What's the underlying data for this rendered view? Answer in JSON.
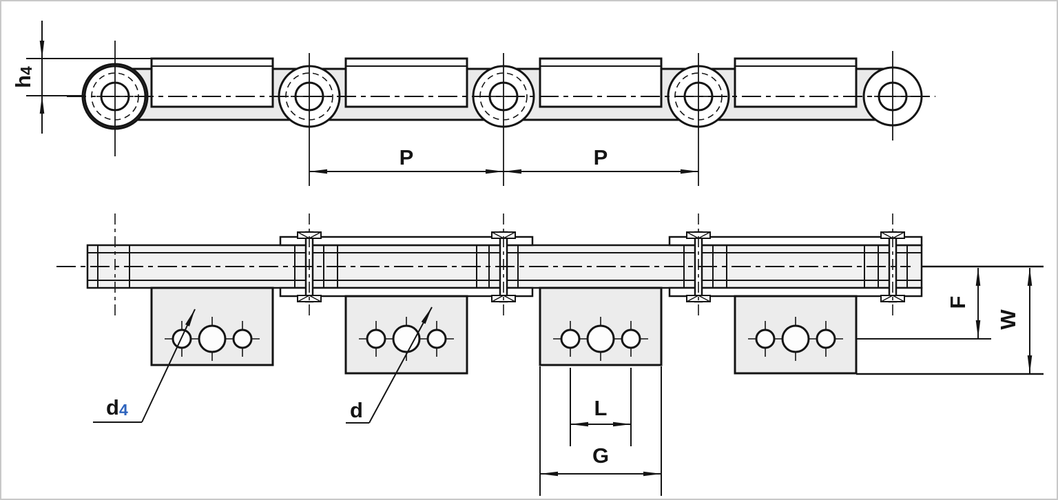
{
  "drawing": {
    "labels": {
      "h4_main": "h",
      "h4_sub": "4",
      "pitch_1": "P",
      "pitch_2": "P",
      "d4_main": "d",
      "d4_sub": "4",
      "d_main": "d",
      "hole_spacing": "L",
      "plate_width": "G",
      "hole_offset": "F",
      "overall_width": "W"
    },
    "colors": {
      "line": "#141414",
      "subscript_blue": "#2e64bd",
      "attachment_fill": "#ececec",
      "chain_band_fill": "#eaeaea",
      "frame": "#c8c8c8"
    }
  }
}
